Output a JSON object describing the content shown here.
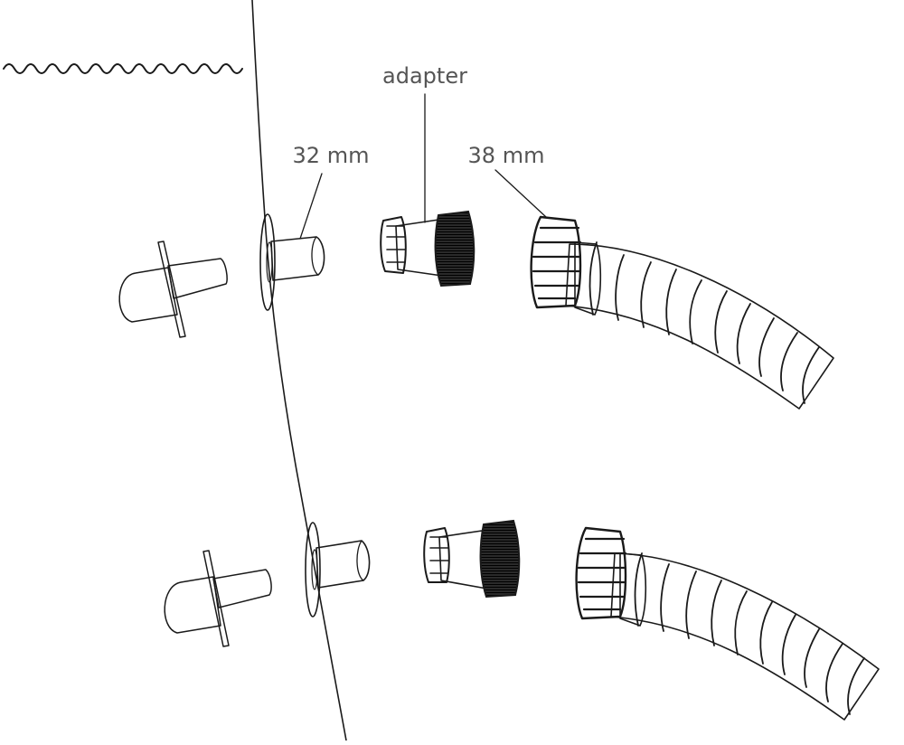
{
  "labels": {
    "adapter": "adapter",
    "size_32": "32 mm",
    "size_38": "38 mm"
  },
  "colors": {
    "background": "#ffffff",
    "ink": "#1a1a1a",
    "label": "#555555"
  }
}
